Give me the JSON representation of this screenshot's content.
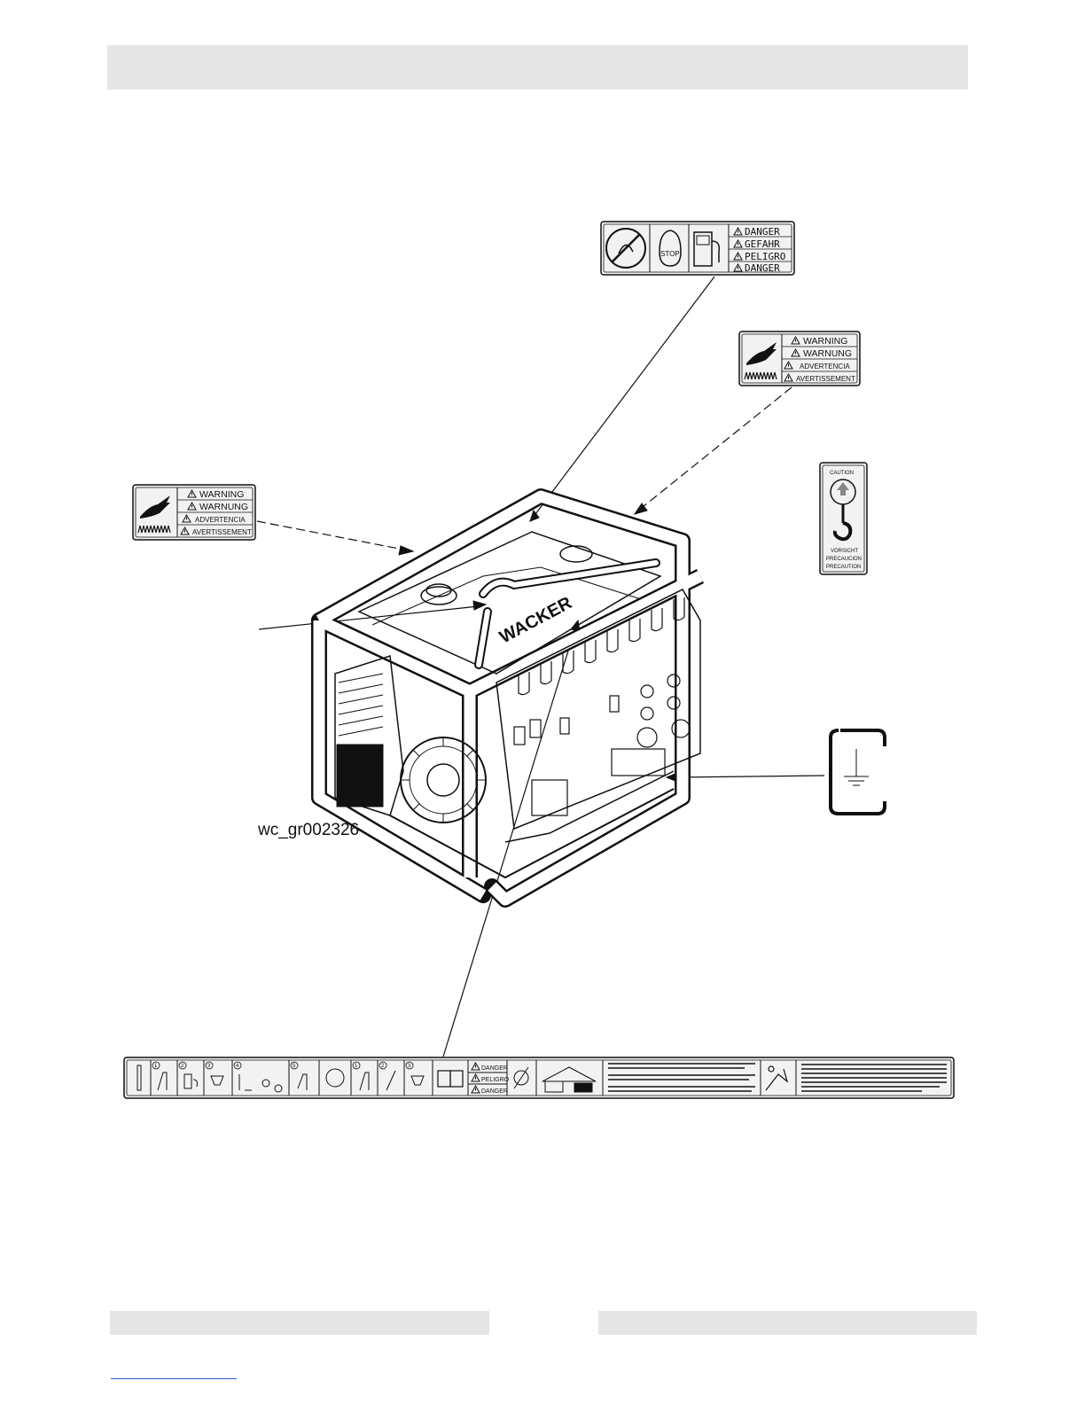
{
  "figure": {
    "id": "wc_gr002326",
    "brand_text": "WACKER"
  },
  "decal_fuel_danger": {
    "stop_text": "STOP",
    "lines": [
      "DANGER",
      "GEFAHR",
      "PELIGRO",
      "DANGER"
    ]
  },
  "decal_hot_surface": {
    "lines": [
      "WARNING",
      "WARNUNG",
      "ADVERTENCIA",
      "AVERTISSEMENT"
    ]
  },
  "decal_lifting": {
    "top": "CAUTION",
    "lines": [
      "VORSICHT",
      "PRECAUCION",
      "PRECAUTION"
    ]
  },
  "decal_operation_strip": {
    "step_numbers": [
      "1",
      "2",
      "3",
      "4",
      "5",
      "1",
      "2",
      "3"
    ],
    "danger_lines": [
      "DANGER",
      "PELIGRO",
      "DANGER"
    ]
  },
  "colors": {
    "ink": "#111111",
    "header_gray": "#e6e6e6",
    "decal_fill": "#f2f2f2",
    "link_blue": "#3355cc"
  },
  "icons": [
    "no-smoking-flame-icon",
    "stop-engine-icon",
    "fuel-pump-icon",
    "warning-triangle-icon",
    "hot-surface-hand-icon",
    "lifting-hook-icon",
    "ground-symbol-icon",
    "manual-book-icon"
  ]
}
